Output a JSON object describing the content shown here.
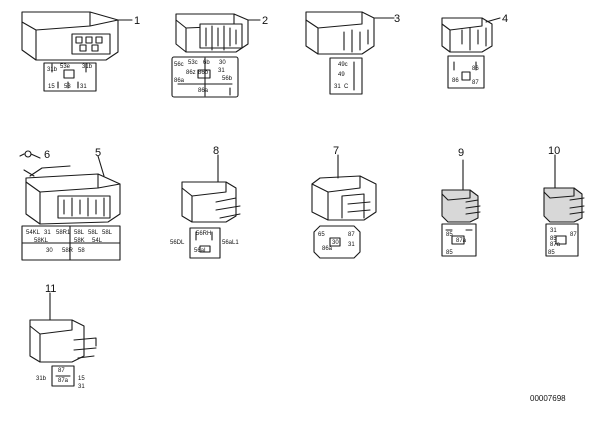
{
  "drawing_code": "00007698",
  "parts": [
    {
      "number": "1",
      "pins": [
        "31b",
        "53e",
        "31b",
        "15",
        "53",
        "31"
      ]
    },
    {
      "number": "2",
      "pins": [
        "56c",
        "53c",
        "6b",
        "30",
        "86z",
        "86b",
        "31",
        "86a",
        "86a",
        "56b"
      ]
    },
    {
      "number": "3",
      "pins": [
        "49c",
        "49",
        "31",
        "C"
      ]
    },
    {
      "number": "4",
      "pins": [
        "86",
        "86",
        "87"
      ]
    },
    {
      "number": "5",
      "pins": [
        "54KL",
        "31",
        "58R1",
        "58L",
        "58L",
        "58L",
        "58KL",
        "58K",
        "54L",
        "30",
        "58R",
        "58"
      ]
    },
    {
      "number": "6",
      "pins": []
    },
    {
      "number": "7",
      "pins": [
        "65",
        "87",
        "30",
        "31",
        "86a"
      ]
    },
    {
      "number": "8",
      "pins": [
        "56RH",
        "56DL",
        "56aL1",
        "56aL"
      ]
    },
    {
      "number": "9",
      "pins": [
        "85",
        "87a",
        "85"
      ]
    },
    {
      "number": "10",
      "pins": [
        "31",
        "85",
        "87",
        "87a",
        "85"
      ]
    },
    {
      "number": "11",
      "pins": [
        "87",
        "31b",
        "87a",
        "15",
        "31"
      ]
    }
  ]
}
